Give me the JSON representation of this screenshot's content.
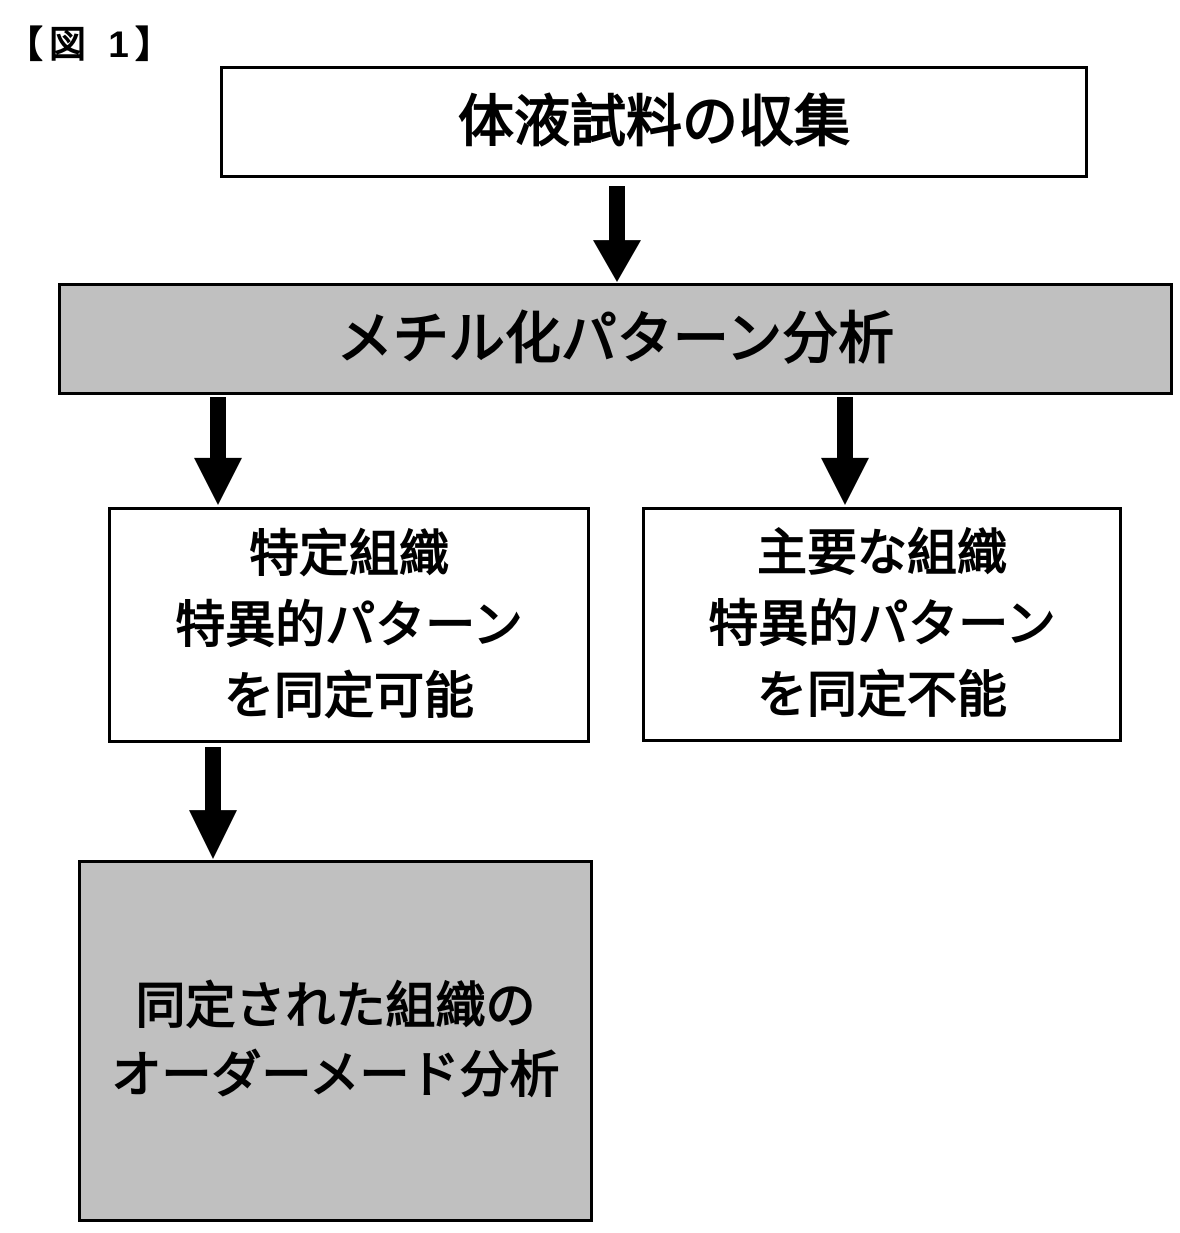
{
  "figure_label": "【図 1】",
  "flowchart": {
    "boxes": {
      "collect": {
        "text": "体液試料の収集",
        "fill": "#ffffff"
      },
      "methylation": {
        "text": "メチル化パターン分析",
        "fill": "#c0c0c0"
      },
      "identifiable": {
        "lines": [
          "特定組織",
          "特異的パターン",
          "を同定可能"
        ],
        "fill": "#ffffff"
      },
      "unidentifiable": {
        "lines": [
          "主要な組織",
          "特異的パターン",
          "を同定不能"
        ],
        "fill": "#ffffff"
      },
      "custom": {
        "lines": [
          "同定された組織の",
          "オーダーメード分析"
        ],
        "fill": "#c0c0c0"
      }
    },
    "connections": [
      {
        "from": "collect",
        "to": "methylation"
      },
      {
        "from": "methylation",
        "to": "identifiable"
      },
      {
        "from": "methylation",
        "to": "unidentifiable"
      },
      {
        "from": "identifiable",
        "to": "custom"
      }
    ]
  },
  "colors": {
    "border": "#000000",
    "arrow": "#000000",
    "gray_fill": "#c0c0c0",
    "background": "#ffffff",
    "text": "#000000"
  }
}
